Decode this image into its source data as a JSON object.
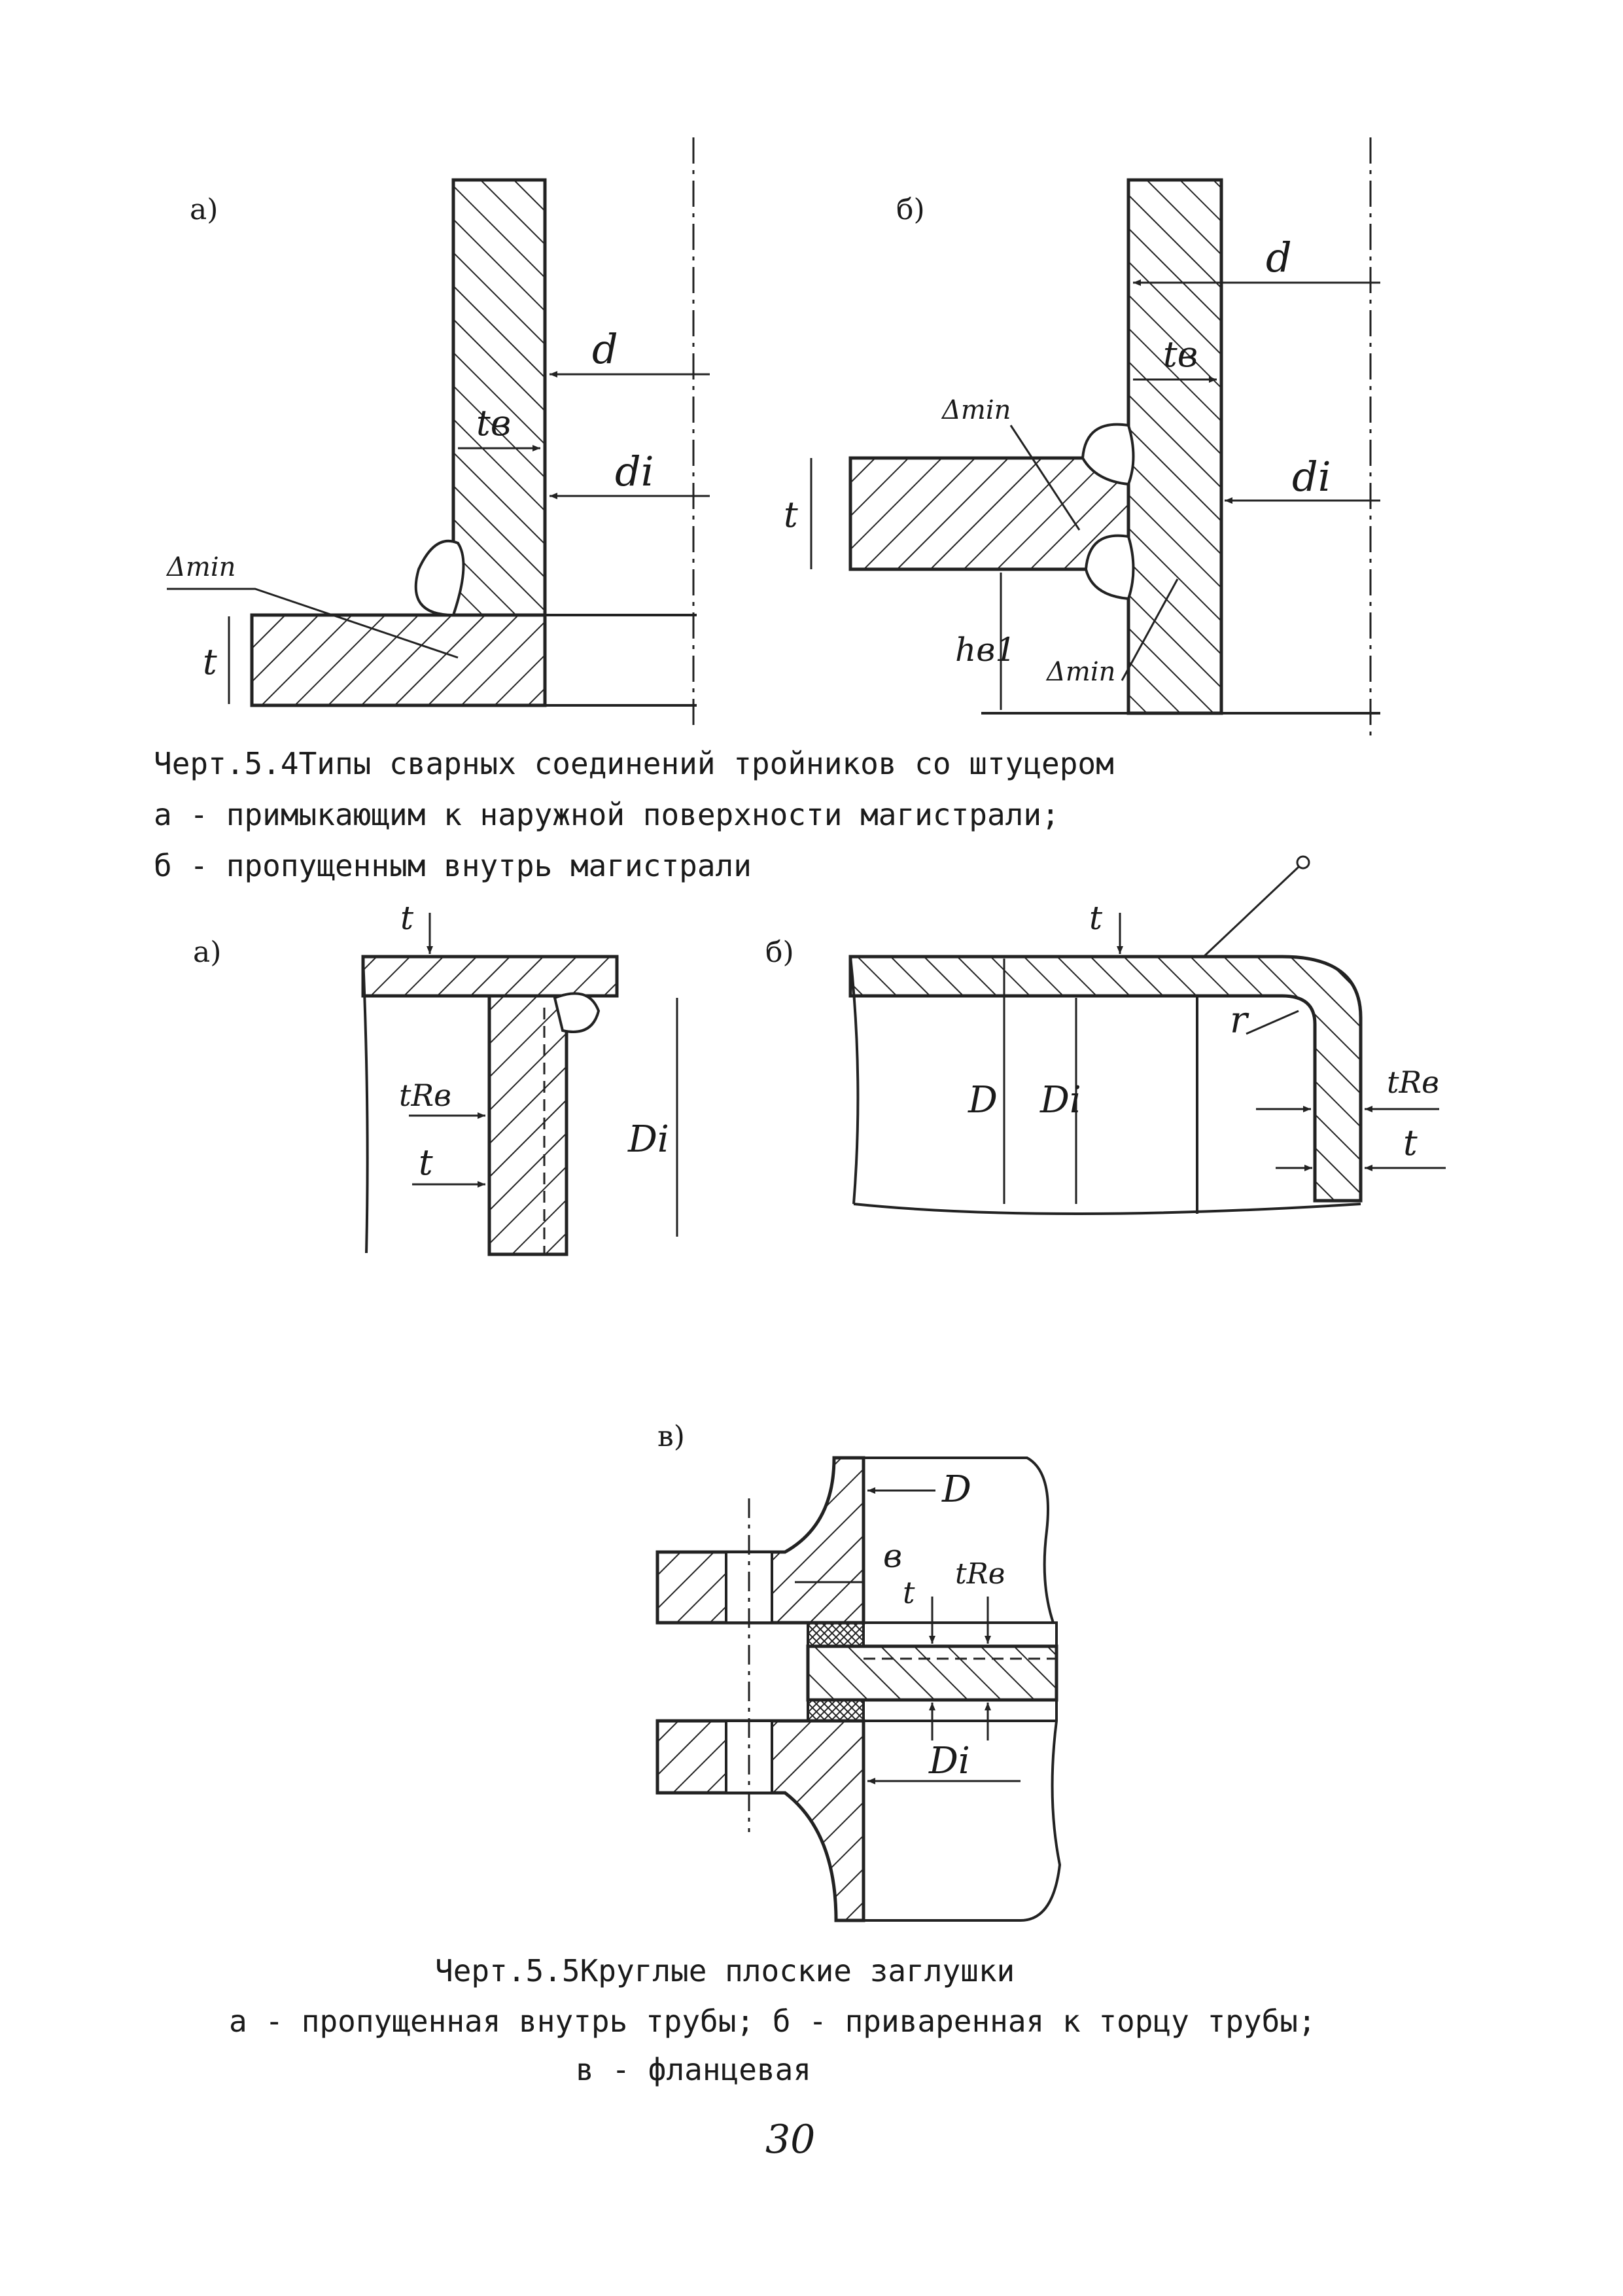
{
  "fig54": {
    "panel_a": {
      "letter": "а)",
      "d": "d",
      "tb": "tв",
      "di": "di",
      "dmin": "Δmin",
      "t": "t"
    },
    "panel_b": {
      "letter": "б)",
      "d": "d",
      "tb": "tв",
      "di": "di",
      "dmin_top": "Δmin",
      "dmin_bottom": "Δmin",
      "t": "t",
      "hb1": "hв1"
    },
    "caption_prefix": "Черт.",
    "caption_number": "5.4",
    "caption_title": "Типы сварных соединений тройников со штуцером",
    "caption_line2": "а - примыкающим к наружной поверхности магистрали;",
    "caption_line3": "б - пропущенным внутрь магистрали"
  },
  "fig55": {
    "panel_a": {
      "letter": "а)",
      "t_top": "t",
      "trb": "tRв",
      "t_inner": "t",
      "di": "Di"
    },
    "panel_b": {
      "letter": "б)",
      "t_top": "t",
      "d": "D",
      "di": "Di",
      "r": "r",
      "trb": "tRв",
      "t": "t"
    },
    "panel_c": {
      "letter": "в)",
      "d": "D",
      "b": "в",
      "t": "t",
      "trv": "tRв",
      "di": "Di"
    },
    "caption_prefix": "Черт.",
    "caption_number": "5.5",
    "caption_title": "Круглые плоские заглушки",
    "caption_line2": "а - пропущенная внутрь трубы; б - приваренная к торцу трубы;",
    "caption_line3": "в - фланцевая"
  },
  "page_number": "30"
}
